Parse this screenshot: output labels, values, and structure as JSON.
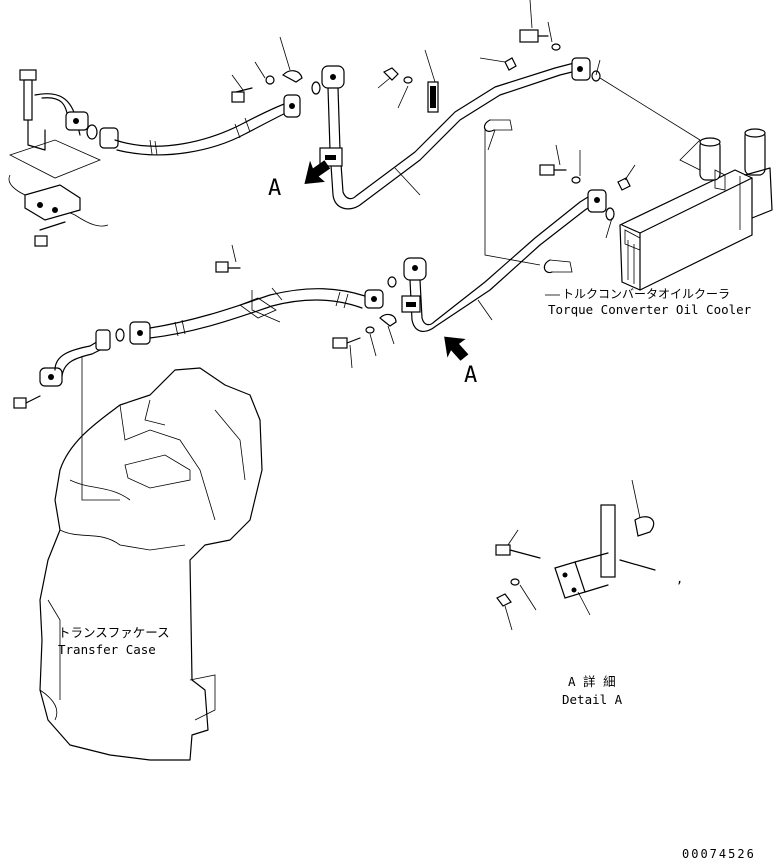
{
  "labels": {
    "view_a_upper": "A",
    "view_a_lower": "A",
    "cooler_jp": "トルクコンバータオイルクーラ",
    "cooler_en": "Torque Converter Oil Cooler",
    "transfer_jp": "トランスファケース",
    "transfer_en": "Transfer Case",
    "detail_jp": "A 詳 細",
    "detail_en": "Detail A",
    "drawing_number": "00074526"
  }
}
